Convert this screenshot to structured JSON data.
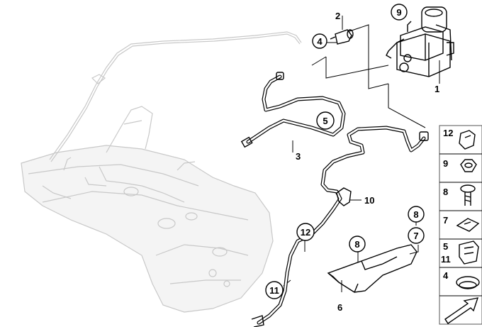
{
  "callouts": {
    "c1": "1",
    "c2": "2",
    "c3": "3",
    "c4": "4",
    "c5": "5",
    "c6": "6",
    "c7": "7",
    "c8a": "8",
    "c8b": "8",
    "c9": "9",
    "c10": "10",
    "c11": "11",
    "c12": "12"
  },
  "legend": {
    "l12": "12",
    "l9": "9",
    "l8": "8",
    "l7": "7",
    "l5": "5",
    "l11": "11",
    "l4": "4"
  }
}
